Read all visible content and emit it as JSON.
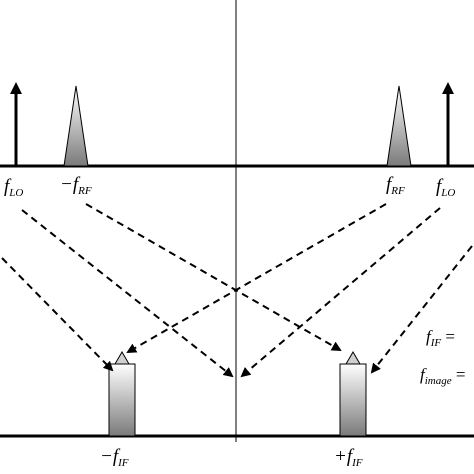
{
  "top_spectrum": {
    "labels": {
      "neg_lo": {
        "main": "f",
        "sub": "LO"
      },
      "neg_rf": {
        "main": "−f",
        "sub": "RF"
      },
      "pos_rf": {
        "main": "f",
        "sub": "RF"
      },
      "pos_lo": {
        "main": "f",
        "sub": "LO"
      }
    }
  },
  "bottom_spectrum": {
    "labels": {
      "neg_if": {
        "main": "−f",
        "sub": "IF"
      },
      "pos_if": {
        "main": "+f",
        "sub": "IF"
      }
    }
  },
  "equations": {
    "if_eq": {
      "main": "f",
      "sub": "IF",
      "rest": " = "
    },
    "image_eq": {
      "main": "f",
      "sub": "image",
      "rest": " ="
    }
  },
  "colors": {
    "stroke": "#000000",
    "fill_light": "#ffffff",
    "fill_dark": "#7a7a7a"
  }
}
